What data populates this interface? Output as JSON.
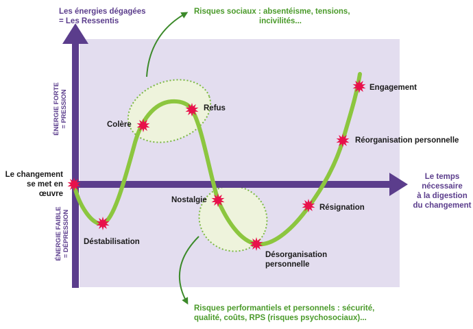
{
  "colors": {
    "background_panel": "#e3ddef",
    "axis": "#5b3d8c",
    "curve": "#8cc63f",
    "ellipse_fill": "#eef3dc",
    "ellipse_border": "#7ab840",
    "marker": "#e8114b",
    "risk_text": "#4a9a2a",
    "axis_text": "#5b3d8c"
  },
  "y_axis_title": [
    "Les énergies dégagées",
    "= Les Ressentis"
  ],
  "x_axis_title": [
    "Le temps",
    "nécessaire",
    "à la digestion",
    "du changement"
  ],
  "energy_high": [
    "ÉNERGIE FORTE",
    "= PRESSION"
  ],
  "energy_low": [
    "ÉNERGIE FAIBLE",
    "= DÉPRESSION"
  ],
  "risk_social": [
    "Risques sociaux : absentéisme, tensions,",
    "incivilités..."
  ],
  "risk_performance": [
    "Risques performantiels et personnels : sécurité,",
    "qualité, coûts, RPS (risques psychosociaux)..."
  ],
  "stages": {
    "start": [
      "Le changement",
      "se met  en",
      "œuvre"
    ],
    "destabilisation": "Déstabilisation",
    "colere": "Colère",
    "refus": "Refus",
    "nostalgie": "Nostalgie",
    "desorganisation": [
      "Désorganisation",
      "personnelle"
    ],
    "resignation": "Résignation",
    "reorganisation": "Réorganisation personnelle",
    "engagement": "Engagement"
  }
}
